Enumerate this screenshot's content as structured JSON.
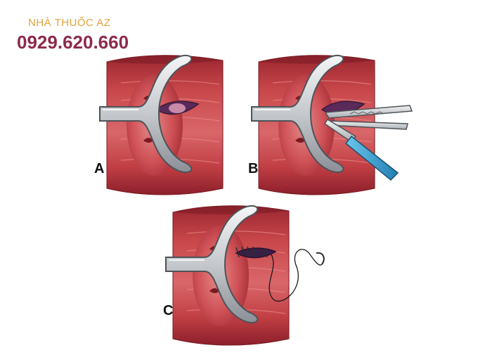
{
  "watermark": {
    "brand_name": "NHÀ THUỐC AZ",
    "phone": "0929.620.660",
    "brand_color": "#e3a23a",
    "phone_color": "#8d2a4a"
  },
  "panels": [
    {
      "label": "A"
    },
    {
      "label": "B"
    },
    {
      "label": "C"
    }
  ],
  "colors": {
    "tissue": "#b8373c",
    "tissue_dark": "#8f1f28",
    "speculum": "#c9cdd1",
    "scalpel_handle": "#3aa6d6"
  }
}
